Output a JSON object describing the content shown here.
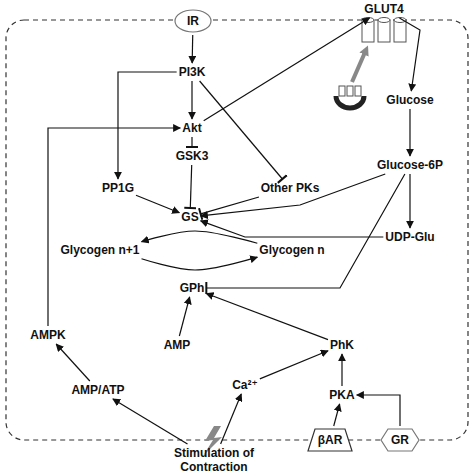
{
  "diagram": {
    "nodes": [
      {
        "text": [
          "IR"
        ]
      },
      {
        "text": [
          "GLUT4"
        ]
      },
      {
        "text": [
          "PI3K"
        ]
      },
      {
        "text": [
          "Akt"
        ]
      },
      {
        "text": [
          "GSK3"
        ]
      },
      {
        "text": [
          "PP1G"
        ]
      },
      {
        "text": [
          "Other PKs"
        ]
      },
      {
        "text": [
          "GS"
        ]
      },
      {
        "text": [
          "Glucose"
        ]
      },
      {
        "text": [
          "Glucose-6P"
        ]
      },
      {
        "text": [
          "UDP-Glu"
        ]
      },
      {
        "text": [
          "Glycogen n+1"
        ]
      },
      {
        "text": [
          "Glycogen n"
        ]
      },
      {
        "text": [
          "GPh"
        ]
      },
      {
        "text": [
          "AMPK"
        ]
      },
      {
        "text": [
          "AMP"
        ]
      },
      {
        "text": [
          "PhK"
        ]
      },
      {
        "text": [
          "AMP/ATP"
        ]
      },
      {
        "text": [
          "Ca²⁺"
        ]
      },
      {
        "text": [
          "PKA"
        ]
      },
      {
        "text": [
          "βAR"
        ]
      },
      {
        "text": [
          "GR"
        ]
      },
      {
        "text": [
          "Stimulation of Contraction"
        ]
      }
    ],
    "edges": [
      {
        "from": 0,
        "to": 2,
        "arrow": "to"
      },
      {
        "from": 2,
        "to": 3,
        "arrow": "to"
      },
      {
        "from": 2,
        "to": 5,
        "arrow": "to"
      },
      {
        "from": 2,
        "to": 6,
        "arrow": "to"
      },
      {
        "from": 3,
        "to": 1,
        "arrow": "to"
      },
      {
        "from": 3,
        "to": 4,
        "arrow": "to"
      },
      {
        "from": 4,
        "to": 7,
        "arrow": "to"
      },
      {
        "from": 5,
        "to": 7,
        "arrow": "to"
      },
      {
        "from": 6,
        "to": 7,
        "arrow": "to"
      },
      {
        "from": 1,
        "to": 8,
        "arrow": "to"
      },
      {
        "from": 8,
        "to": 9,
        "arrow": "to"
      },
      {
        "from": 9,
        "to": 10,
        "arrow": "to"
      },
      {
        "from": 9,
        "to": 7,
        "arrow": "to"
      },
      {
        "from": 10,
        "to": 7,
        "arrow": "to"
      },
      {
        "from": 9,
        "to": 13,
        "arrow": "to"
      },
      {
        "from": 12,
        "to": 11,
        "arrow": "to"
      },
      {
        "from": 11,
        "to": 12,
        "arrow": "to"
      },
      {
        "from": 14,
        "to": 3,
        "arrow": "to"
      },
      {
        "from": 17,
        "to": 14,
        "arrow": "to"
      },
      {
        "from": 15,
        "to": 13,
        "arrow": "to"
      },
      {
        "from": 18,
        "to": 16,
        "arrow": "to"
      },
      {
        "from": 16,
        "to": 13,
        "arrow": "to"
      },
      {
        "from": 19,
        "to": 16,
        "arrow": "to"
      },
      {
        "from": 20,
        "to": 19,
        "arrow": "to"
      },
      {
        "from": 21,
        "to": 19,
        "arrow": "to"
      },
      {
        "from": 22,
        "to": 17,
        "arrow": "to"
      },
      {
        "from": 22,
        "to": 18,
        "arrow": "to"
      }
    ]
  }
}
